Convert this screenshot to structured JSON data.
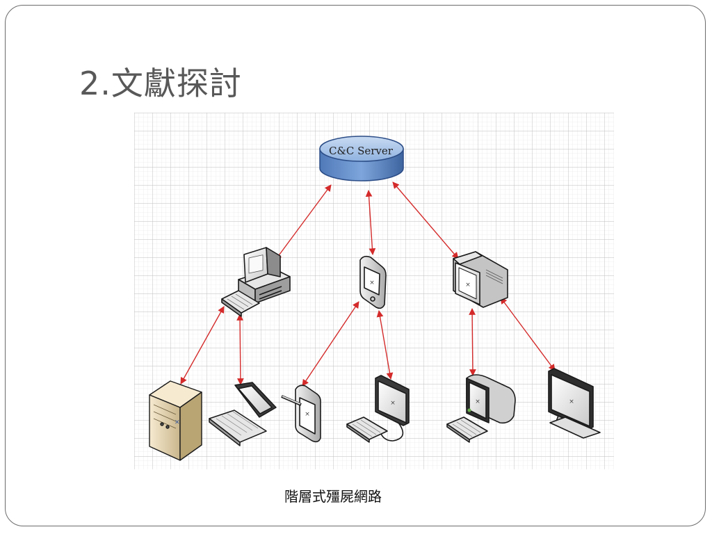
{
  "slide": {
    "title": "2.文獻探討",
    "caption": "階層式殭屍網路"
  },
  "diagram": {
    "server_label": "C&C Server",
    "colors": {
      "arrow": "#d42a2a",
      "server_fill": "#7ea6dc",
      "server_edge": "#2b4c86",
      "grid": "#c8c8c8",
      "device_case": "#d8d8d8",
      "device_edge": "#1a1a1a",
      "server_tower": "#e8d8b0"
    },
    "tiers": {
      "top": "C&C Server",
      "middle": [
        "desktop-computer",
        "pda",
        "crt-monitor"
      ],
      "bottom": [
        "server-tower",
        "laptop",
        "tablet-pda",
        "flat-monitor",
        "imac-computer",
        "lcd-monitor"
      ]
    }
  }
}
